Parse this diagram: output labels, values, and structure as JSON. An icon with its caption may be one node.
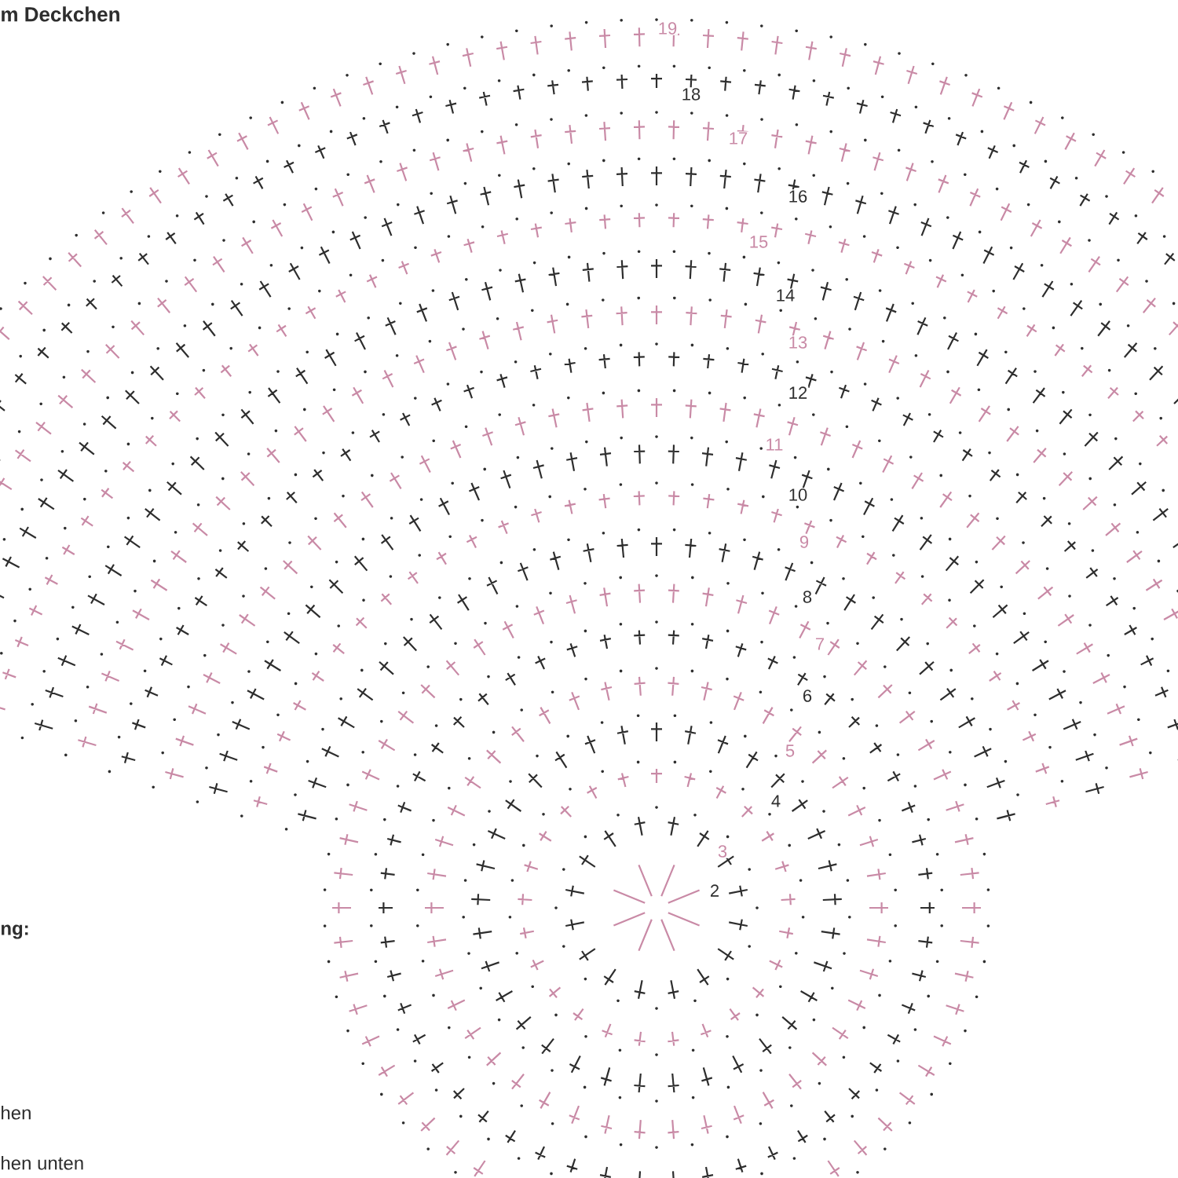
{
  "diagram": {
    "title": "m Deckchen",
    "labels": [
      "19",
      "18",
      "17",
      "16",
      "15",
      "14",
      "13",
      "12",
      "11",
      "10",
      "9",
      "8",
      "7",
      "6",
      "5",
      "4",
      "3",
      "2",
      "ng:",
      "hen",
      "hen unten"
    ]
  }
}
